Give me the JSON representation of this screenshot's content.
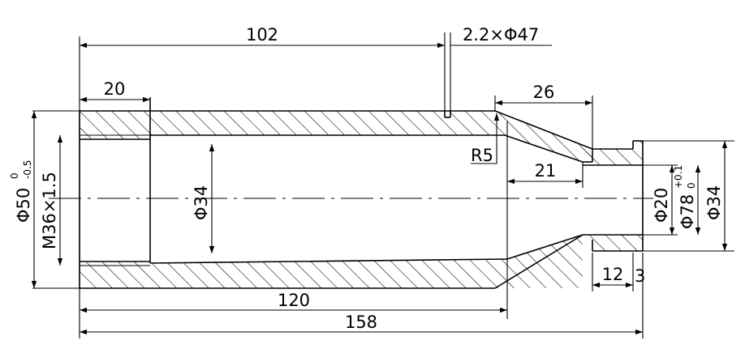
{
  "drawing": {
    "dimensions": {
      "len_102": "102",
      "groove": "2.2×Φ47",
      "len_20": "20",
      "len_26": "26",
      "radius": "R5",
      "len_21": "21",
      "dia_34_inner": "Φ34",
      "dia_50": "Φ50",
      "dia_50_tol_upper": "0",
      "dia_50_tol_lower": "-0.5",
      "thread": "M36×1.5",
      "dia_20": "Φ20",
      "dia_78": "Φ78",
      "dia_78_tol_upper": "+0.1",
      "dia_78_tol_lower": "0",
      "dia_34_outer": "Φ34",
      "len_12": "12",
      "len_3": "3",
      "len_120": "120",
      "len_158": "158"
    },
    "colors": {
      "line": "#000000",
      "background": "#ffffff"
    }
  }
}
